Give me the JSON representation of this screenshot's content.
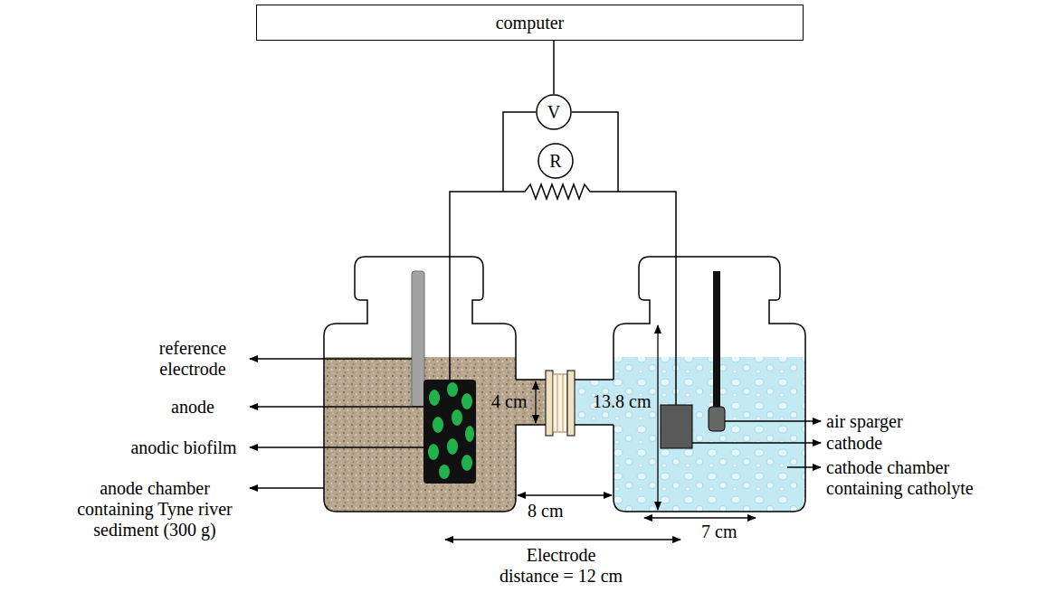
{
  "diagram": {
    "nodes": [
      {
        "text": [
          "computer"
        ]
      },
      {
        "text": [
          "V"
        ]
      },
      {
        "text": [
          "R"
        ]
      }
    ],
    "edges": [
      {
        "from": 0,
        "to": 1,
        "arrow": "none"
      }
    ],
    "labels": [
      "reference electrode",
      "anode",
      "anodic biofilm",
      "anode chamber containing Tyne river sediment (300 g)",
      "4 cm",
      "13.8 cm",
      "8 cm",
      "7 cm",
      "Electrode distance = 12 cm",
      "air sparger",
      "cathode",
      "cathode chamber containing catholyte"
    ]
  }
}
